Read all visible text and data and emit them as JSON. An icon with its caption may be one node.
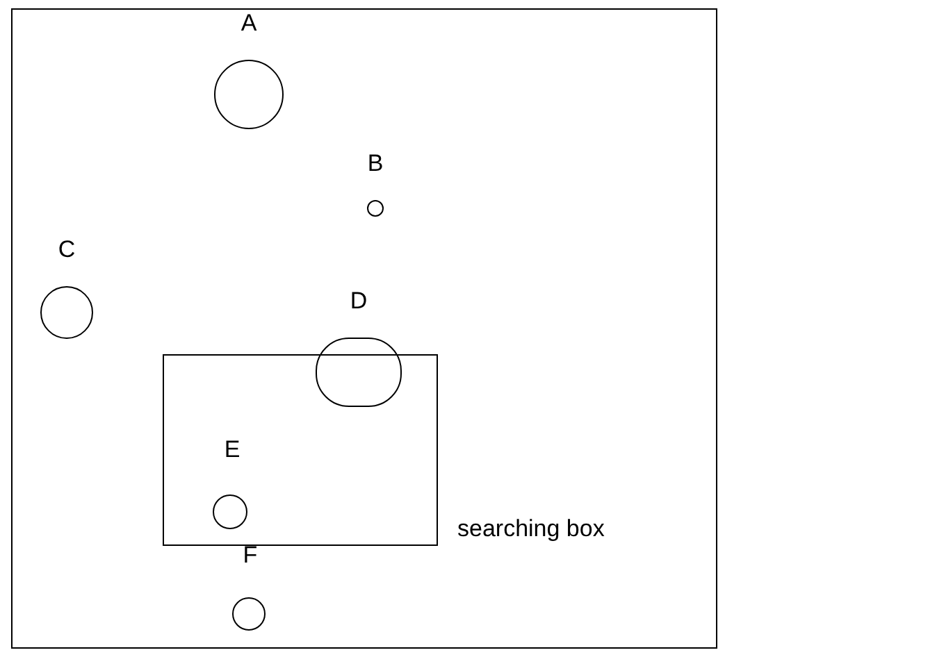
{
  "diagram": {
    "nodes": [
      {
        "text": [
          "A"
        ]
      },
      {
        "text": [
          "B"
        ]
      },
      {
        "text": [
          "C"
        ]
      },
      {
        "text": [
          "D"
        ]
      },
      {
        "text": [
          "searching box"
        ]
      },
      {
        "text": [
          "E"
        ],
        "in": 4
      },
      {
        "text": [
          "F"
        ]
      }
    ]
  }
}
